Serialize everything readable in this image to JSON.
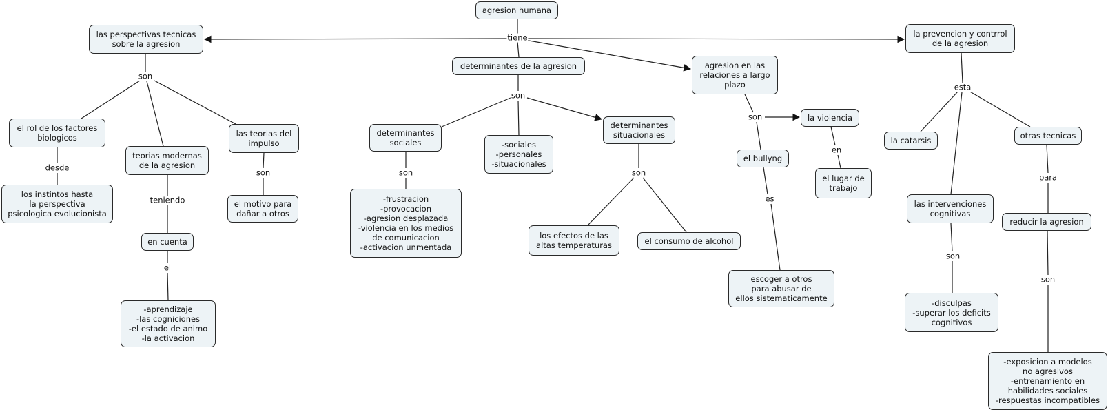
{
  "nodes": {
    "agresion_humana": "agresion humana",
    "perspectivas": "las perspectivas tecnicas\nsobre la agresion",
    "prevencion": "la prevencion y contrrol\nde la agresion",
    "determinantes": "determinantes de la agresion",
    "relaciones": "agresion en las\nrelaciones a largo\nplazo",
    "rol_factores": "el rol de los factores\nbiologicos",
    "teorias_modernas": "teorias modernas\nde la agresion",
    "teorias_impulso": "las teorias del\nimpulso",
    "instintos": "los instintos hasta\nla perspectiva\npsicologica evolucionista",
    "en_cuenta": "en cuenta",
    "motivo": "el motivo para\ndañar a otros",
    "aprendizaje": "-aprendizaje\n-las cogniciones\n-el estado de animo\n-la activacion",
    "det_sociales": "determinantes\nsociales",
    "sociales_personales": "-sociales\n-personales\n-situacionales",
    "det_situacionales": "determinantes\nsituacionales",
    "frustracion": "-frustracion\n-provocacion\n-agresion desplazada\n-violencia en los medios\nde comunicacion\n-activacion unmentada",
    "efectos": "los efectos de las\naltas temperaturas",
    "alcohol": "el consumo de alcohol",
    "violencia": "la violencia",
    "bullyng": "el bullyng",
    "lugar_trabajo": "el lugar de\ntrabajo",
    "escoger": "escoger a otros\npara abusar de\nellos sistematicamente",
    "catarsis": "la catarsis",
    "otras_tecnicas": "otras tecnicas",
    "intervenciones": "las intervenciones\ncognitivas",
    "reducir": "reducir la agresion",
    "disculpas": "-disculpas\n-superar los deficits\ncognitivos",
    "exposicion": "-exposicion a modelos\nno agresivos\n-entrenamiento en\nhabilidades sociales\n-respuestas incompatibles"
  },
  "labels": {
    "tiene": "tiene",
    "son_perspectivas": "son",
    "son_determinantes": "son",
    "esta": "esta",
    "desde": "desde",
    "teniendo": "teniendo",
    "el": "el",
    "son_impulso": "son",
    "son_sociales": "son",
    "son_situacionales": "son",
    "son_relaciones": "son",
    "en": "en",
    "es": "es",
    "para": "para",
    "son_intervenciones": "son",
    "son_reducir": "son"
  },
  "colors": {
    "node_fill": "#edf3f6",
    "node_border": "#2a2a2a",
    "line": "#222222"
  }
}
